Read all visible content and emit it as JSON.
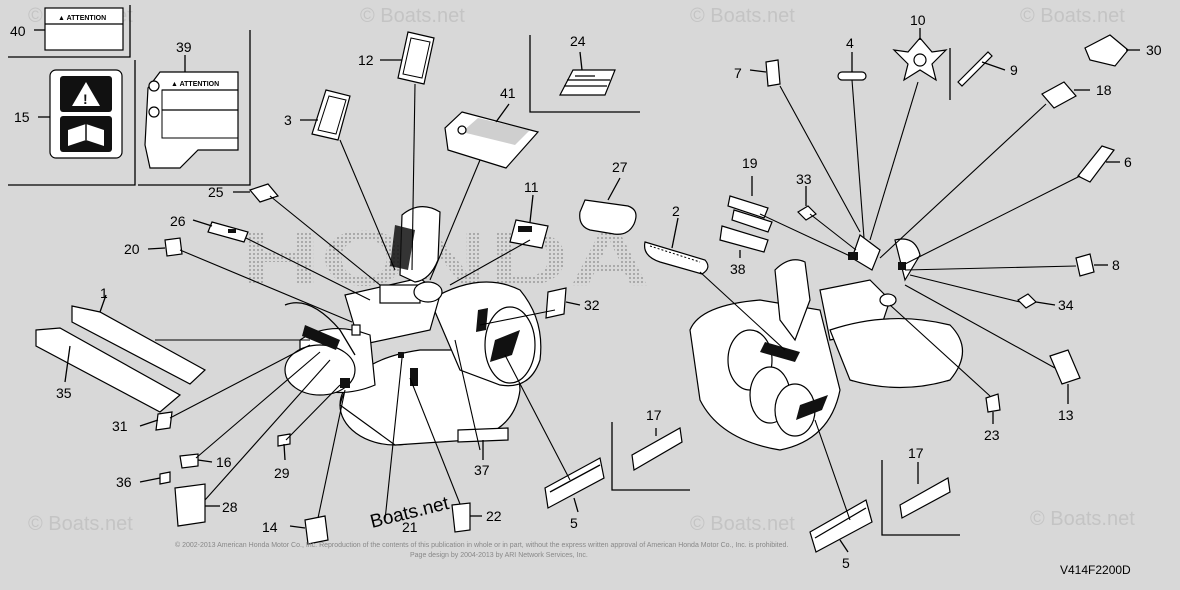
{
  "diagram_code": "V414F2200D",
  "watermark": "© Boats.net",
  "center_watermark": "Boats.net",
  "copyright_line1": "© 2002-2013 American Honda Motor Co., Inc. Reproduction of the contents of this publication in whole or in part, without the express written approval of American Honda Motor Co., Inc. is prohibited.",
  "copyright_line2": "Page design by 2004-2013 by ARI Network Services, Inc.",
  "decal_text": {
    "attention": "▲ ATTENTION",
    "attention_39": "▲ ATTENTION"
  },
  "callouts": {
    "c1": "1",
    "c2": "2",
    "c3": "3",
    "c4": "4",
    "c5a": "5",
    "c5b": "5",
    "c6": "6",
    "c7": "7",
    "c8": "8",
    "c9": "9",
    "c10": "10",
    "c11": "11",
    "c12": "12",
    "c13": "13",
    "c14": "14",
    "c15": "15",
    "c16": "16",
    "c17a": "17",
    "c17b": "17",
    "c18": "18",
    "c19": "19",
    "c20": "20",
    "c21": "21",
    "c22": "22",
    "c23": "23",
    "c24": "24",
    "c25": "25",
    "c26": "26",
    "c27": "27",
    "c28": "28",
    "c29": "29",
    "c30": "30",
    "c31": "31",
    "c32": "32",
    "c33": "33",
    "c34": "34",
    "c35": "35",
    "c36": "36",
    "c37": "37",
    "c38": "38",
    "c39": "39",
    "c40": "40",
    "c41": "41"
  }
}
